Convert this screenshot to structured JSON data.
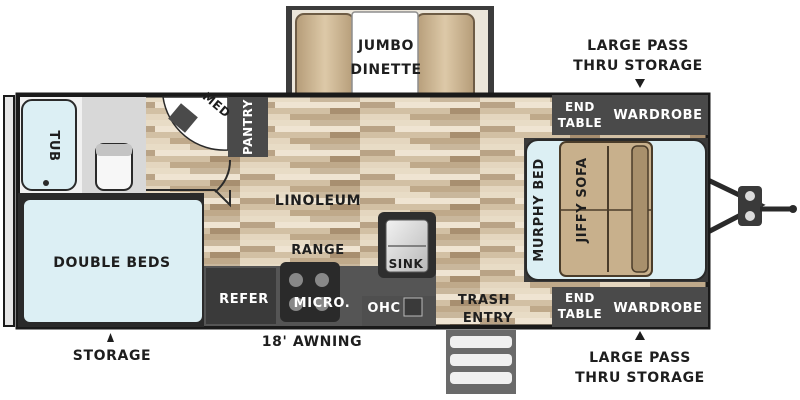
{
  "floorplan": {
    "rooms": {
      "dinette": [
        "JUMBO",
        "DINETTE"
      ],
      "pantry": "PANTRY",
      "med": "MED",
      "tub": "TUB",
      "double_beds": "DOUBLE BEDS",
      "linoleum": "LINOLEUM",
      "range": "RANGE",
      "sink": "SINK",
      "refer": "REFER",
      "micro": "MICRO.",
      "ohc": "OHC",
      "trash": "TRASH",
      "entry": "ENTRY",
      "murphy_bed": "MURPHY BED",
      "jiffy_sofa": "JIFFY SOFA",
      "end_table_top": [
        "END",
        "TABLE"
      ],
      "end_table_bottom": [
        "END",
        "TABLE"
      ],
      "wardrobe_top": "WARDROBE",
      "wardrobe_bottom": "WARDROBE"
    },
    "exterior": {
      "storage": "STORAGE",
      "awning": "18' AWNING",
      "pass_thru_top": [
        "LARGE PASS",
        "THRU STORAGE"
      ],
      "pass_thru_bottom": [
        "LARGE PASS",
        "THRU STORAGE"
      ]
    },
    "colors": {
      "wall": "#1a1a1a",
      "floor_light": "#e8dcc6",
      "floor_mid": "#c9b79c",
      "floor_dark": "#a88f70",
      "bed_blue": "#dceff4",
      "cabinet_dark": "#4a4a4a",
      "sofa_tan": "#c8b08c"
    }
  }
}
